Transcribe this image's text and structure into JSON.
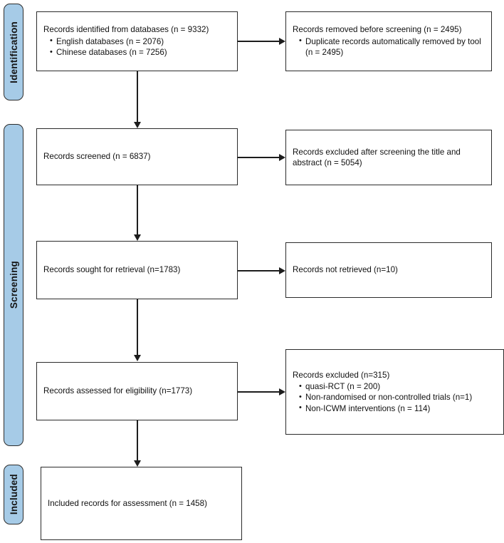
{
  "diagram": {
    "type": "prisma-flow-diagram",
    "accent_color": "#a6cbe7",
    "border_color": "#2b2b2b",
    "stages": [
      {
        "id": "identification",
        "label": "Identification"
      },
      {
        "id": "screening",
        "label": "Screening"
      },
      {
        "id": "included",
        "label": "Included"
      }
    ],
    "boxes": {
      "identified": {
        "title": "Records identified from databases (n = 9332)",
        "items": [
          "English databases (n = 2076)",
          "Chinese databases (n = 7256)"
        ]
      },
      "removed_before_screening": {
        "title": "Records removed before screening (n = 2495)",
        "items": [
          "Duplicate records automatically removed by tool (n = 2495)"
        ]
      },
      "screened": {
        "title": "Records screened (n = 6837)",
        "items": []
      },
      "excluded_screening": {
        "title": "Records excluded after screening the title and abstract (n = 5054)",
        "items": []
      },
      "sought_retrieval": {
        "title": "Records sought for retrieval (n=1783)",
        "items": []
      },
      "not_retrieved": {
        "title": "Records not retrieved (n=10)",
        "items": []
      },
      "assessed_eligibility": {
        "title": "Records assessed for eligibility (n=1773)",
        "items": []
      },
      "excluded_eligibility": {
        "title": "Records excluded (n=315)",
        "items": [
          "quasi-RCT (n = 200)",
          "Non-randomised or non-controlled trials (n=1)",
          "Non-ICWM interventions (n = 114)"
        ]
      },
      "included_records": {
        "title": "Included records for assessment (n = 1458)",
        "items": []
      }
    }
  }
}
